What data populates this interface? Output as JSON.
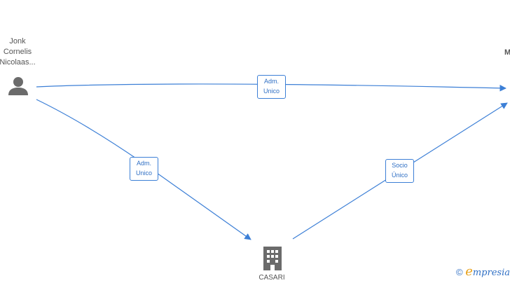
{
  "nodes": {
    "person": {
      "name_lines": [
        "Jonk",
        "Cornelis",
        "Nicolaas..."
      ],
      "icon": "person-icon"
    },
    "company_right": {
      "name": "M"
    },
    "company_bottom": {
      "name": "CASARI",
      "icon": "building-icon"
    }
  },
  "edges": {
    "top": {
      "label_lines": [
        "Adm.",
        "Unico"
      ]
    },
    "left": {
      "label_lines": [
        "Adm.",
        "Unico"
      ]
    },
    "right": {
      "label_lines": [
        "Socio",
        "Único"
      ]
    }
  },
  "colors": {
    "edge": "#3c7fd6",
    "icon": "#6b6b6b"
  },
  "brand": {
    "copyright": "©",
    "e": "e",
    "rest": "mpresia"
  }
}
